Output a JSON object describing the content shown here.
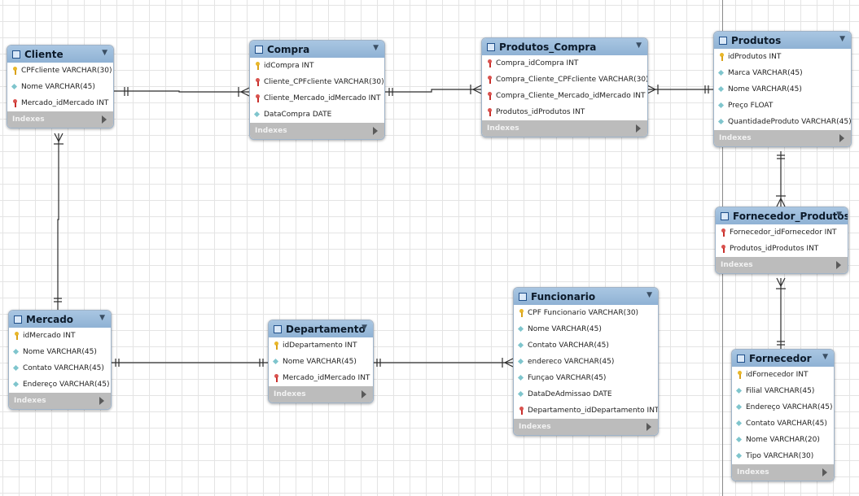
{
  "tables": {
    "cliente": {
      "title": "Cliente",
      "columns": [
        {
          "name": "CPFcliente VARCHAR(30)",
          "kind": "key"
        },
        {
          "name": "Nome VARCHAR(45)",
          "kind": "attr"
        },
        {
          "name": "Mercado_idMercado INT",
          "kind": "fk"
        }
      ],
      "footer": "Indexes"
    },
    "compra": {
      "title": "Compra",
      "columns": [
        {
          "name": "idCompra INT",
          "kind": "key"
        },
        {
          "name": "Cliente_CPFcliente VARCHAR(30)",
          "kind": "fk"
        },
        {
          "name": "Cliente_Mercado_idMercado INT",
          "kind": "fk"
        },
        {
          "name": "DataCompra DATE",
          "kind": "attr"
        }
      ],
      "footer": "Indexes"
    },
    "produtos_compra": {
      "title": "Produtos_Compra",
      "columns": [
        {
          "name": "Compra_idCompra INT",
          "kind": "fk"
        },
        {
          "name": "Compra_Cliente_CPFcliente VARCHAR(30)",
          "kind": "fk"
        },
        {
          "name": "Compra_Cliente_Mercado_idMercado INT",
          "kind": "fk"
        },
        {
          "name": "Produtos_idProdutos INT",
          "kind": "fk"
        }
      ],
      "footer": "Indexes"
    },
    "produtos": {
      "title": "Produtos",
      "columns": [
        {
          "name": "idProdutos INT",
          "kind": "key"
        },
        {
          "name": "Marca VARCHAR(45)",
          "kind": "attr"
        },
        {
          "name": "Nome VARCHAR(45)",
          "kind": "attr"
        },
        {
          "name": "Preço FLOAT",
          "kind": "attr"
        },
        {
          "name": "QuantidadeProduto VARCHAR(45)",
          "kind": "attr"
        }
      ],
      "footer": "Indexes"
    },
    "fornecedor_produtos": {
      "title": "Fornecedor_Produtos",
      "columns": [
        {
          "name": "Fornecedor_idFornecedor INT",
          "kind": "fk"
        },
        {
          "name": "Produtos_idProdutos INT",
          "kind": "fk"
        }
      ],
      "footer": "Indexes"
    },
    "mercado": {
      "title": "Mercado",
      "columns": [
        {
          "name": "idMercado INT",
          "kind": "key"
        },
        {
          "name": "Nome VARCHAR(45)",
          "kind": "attr"
        },
        {
          "name": "Contato VARCHAR(45)",
          "kind": "attr"
        },
        {
          "name": "Endereço VARCHAR(45)",
          "kind": "attr"
        }
      ],
      "footer": "Indexes"
    },
    "departamento": {
      "title": "Departamento",
      "columns": [
        {
          "name": "idDepartamento INT",
          "kind": "key"
        },
        {
          "name": "Nome VARCHAR(45)",
          "kind": "attr"
        },
        {
          "name": "Mercado_idMercado INT",
          "kind": "fk"
        }
      ],
      "footer": "Indexes"
    },
    "funcionario": {
      "title": "Funcionario",
      "columns": [
        {
          "name": "CPF Funcionario VARCHAR(30)",
          "kind": "key"
        },
        {
          "name": "Nome VARCHAR(45)",
          "kind": "attr"
        },
        {
          "name": "Contato VARCHAR(45)",
          "kind": "attr"
        },
        {
          "name": "endereco VARCHAR(45)",
          "kind": "attr"
        },
        {
          "name": "Funçao VARCHAR(45)",
          "kind": "attr"
        },
        {
          "name": "DataDeAdmissao DATE",
          "kind": "attr"
        },
        {
          "name": "Departamento_idDepartamento INT",
          "kind": "fk"
        }
      ],
      "footer": "Indexes"
    },
    "fornecedor": {
      "title": "Fornecedor",
      "columns": [
        {
          "name": "idFornecedor INT",
          "kind": "key"
        },
        {
          "name": "Filial VARCHAR(45)",
          "kind": "attr"
        },
        {
          "name": "Endereço VARCHAR(45)",
          "kind": "attr"
        },
        {
          "name": "Contato VARCHAR(45)",
          "kind": "attr"
        },
        {
          "name": "Nome VARCHAR(20)",
          "kind": "attr"
        },
        {
          "name": "Tipo VARCHAR(30)",
          "kind": "attr"
        }
      ],
      "footer": "Indexes"
    }
  },
  "icons": {
    "table": "table-icon",
    "primary_key": "key-icon",
    "foreign_key": "foreign-key-icon",
    "attribute": "diamond-icon",
    "menu": "chevron-down-icon",
    "footer": "triangle-right-icon"
  },
  "colors": {
    "header": "#9fbddb",
    "footer": "#bcbcbc",
    "key": "#e9b729",
    "foreign_key": "#d9534f",
    "attribute": "#7fc5cd"
  },
  "relationships": [
    {
      "from": "cliente",
      "to": "compra"
    },
    {
      "from": "compra",
      "to": "produtos_compra"
    },
    {
      "from": "produtos",
      "to": "produtos_compra"
    },
    {
      "from": "produtos",
      "to": "fornecedor_produtos"
    },
    {
      "from": "fornecedor",
      "to": "fornecedor_produtos"
    },
    {
      "from": "mercado",
      "to": "cliente"
    },
    {
      "from": "mercado",
      "to": "departamento"
    },
    {
      "from": "departamento",
      "to": "funcionario"
    }
  ]
}
